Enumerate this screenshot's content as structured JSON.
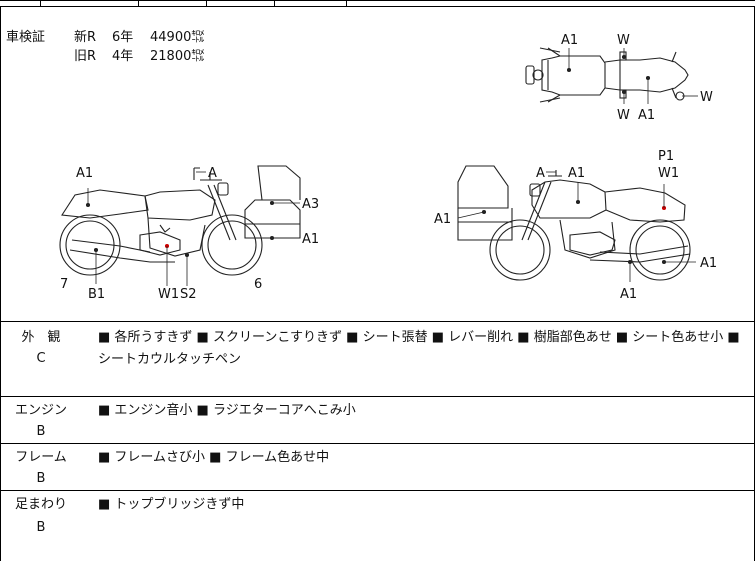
{
  "inspection": {
    "label": "車検証",
    "rows": [
      {
        "type": "新R",
        "years": "6年",
        "price": "44900㌖"
      },
      {
        "type": "旧R",
        "years": "4年",
        "price": "21800㌖"
      }
    ]
  },
  "diagram_labels": {
    "top": [
      "A1",
      "W",
      "A1",
      "W",
      "W"
    ],
    "left": [
      "A1",
      "A",
      "A3",
      "A1",
      "7",
      "B1",
      "W1",
      "S2",
      "6"
    ],
    "right": [
      "A",
      "A1",
      "P1",
      "W1",
      "A1",
      "A1",
      "A1"
    ]
  },
  "conditions": [
    {
      "label": "外　観",
      "grade": "C",
      "text": "■ 各所うすきず ■ スクリーンこすりきず ■ シート張替 ■ レバー削れ ■ 樹脂部色あせ ■ シート色あせ小 ■ シートカウルタッチペン"
    },
    {
      "label": "エンジン",
      "grade": "B",
      "text": "■ エンジン音小 ■ ラジエターコアへこみ小"
    },
    {
      "label": "フレーム",
      "grade": "B",
      "text": "■ フレームさび小 ■ フレーム色あせ中"
    },
    {
      "label": "足まわり",
      "grade": "B",
      "text": "■ トップブリッジきず中"
    }
  ]
}
